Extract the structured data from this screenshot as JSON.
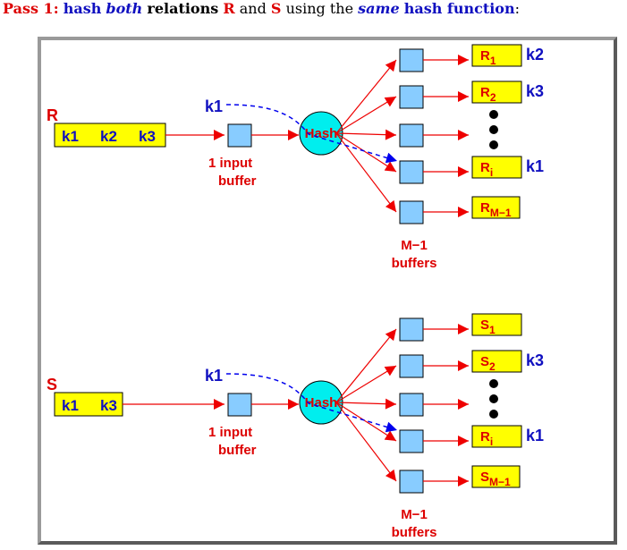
{
  "header": {
    "pass": "Pass 1:",
    "hash": "hash",
    "both": "both",
    "relations": "relations",
    "r": "R",
    "and": "and",
    "s": "S",
    "using_the": "using the",
    "same": "same",
    "hash_function": "hash function",
    "colon": ":"
  },
  "sections": [
    {
      "relation_label": "R",
      "relation_keys": [
        "k1",
        "k2",
        "k3"
      ],
      "incoming_key": "k1",
      "input_buffer_line1": "1 input",
      "input_buffer_line2": "buffer",
      "hash_label": "Hash",
      "buffers_line1": "M−1",
      "buffers_line2": "buffers",
      "partitions": [
        {
          "base": "R",
          "sub": "1",
          "key": "k2"
        },
        {
          "base": "R",
          "sub": "2",
          "key": "k3"
        },
        {
          "base": "R",
          "sub": "i",
          "key": "k1"
        },
        {
          "base": "R",
          "sub": "M−1",
          "key": ""
        }
      ]
    },
    {
      "relation_label": "S",
      "relation_keys": [
        "k1",
        "k3"
      ],
      "incoming_key": "k1",
      "input_buffer_line1": "1 input",
      "input_buffer_line2": "buffer",
      "hash_label": "Hash",
      "buffers_line1": "M−1",
      "buffers_line2": "buffers",
      "partitions": [
        {
          "base": "S",
          "sub": "1",
          "key": ""
        },
        {
          "base": "S",
          "sub": "2",
          "key": "k3"
        },
        {
          "base": "R",
          "sub": "i",
          "key": "k1"
        },
        {
          "base": "S",
          "sub": "M−1",
          "key": ""
        }
      ]
    }
  ],
  "colors": {
    "arrow": "#ee0000",
    "dashed": "#0000ee",
    "buffer_fill": "#88ccff",
    "relation_fill": "#ffff00",
    "hash_fill": "#00eeee",
    "dot": "#000000"
  }
}
